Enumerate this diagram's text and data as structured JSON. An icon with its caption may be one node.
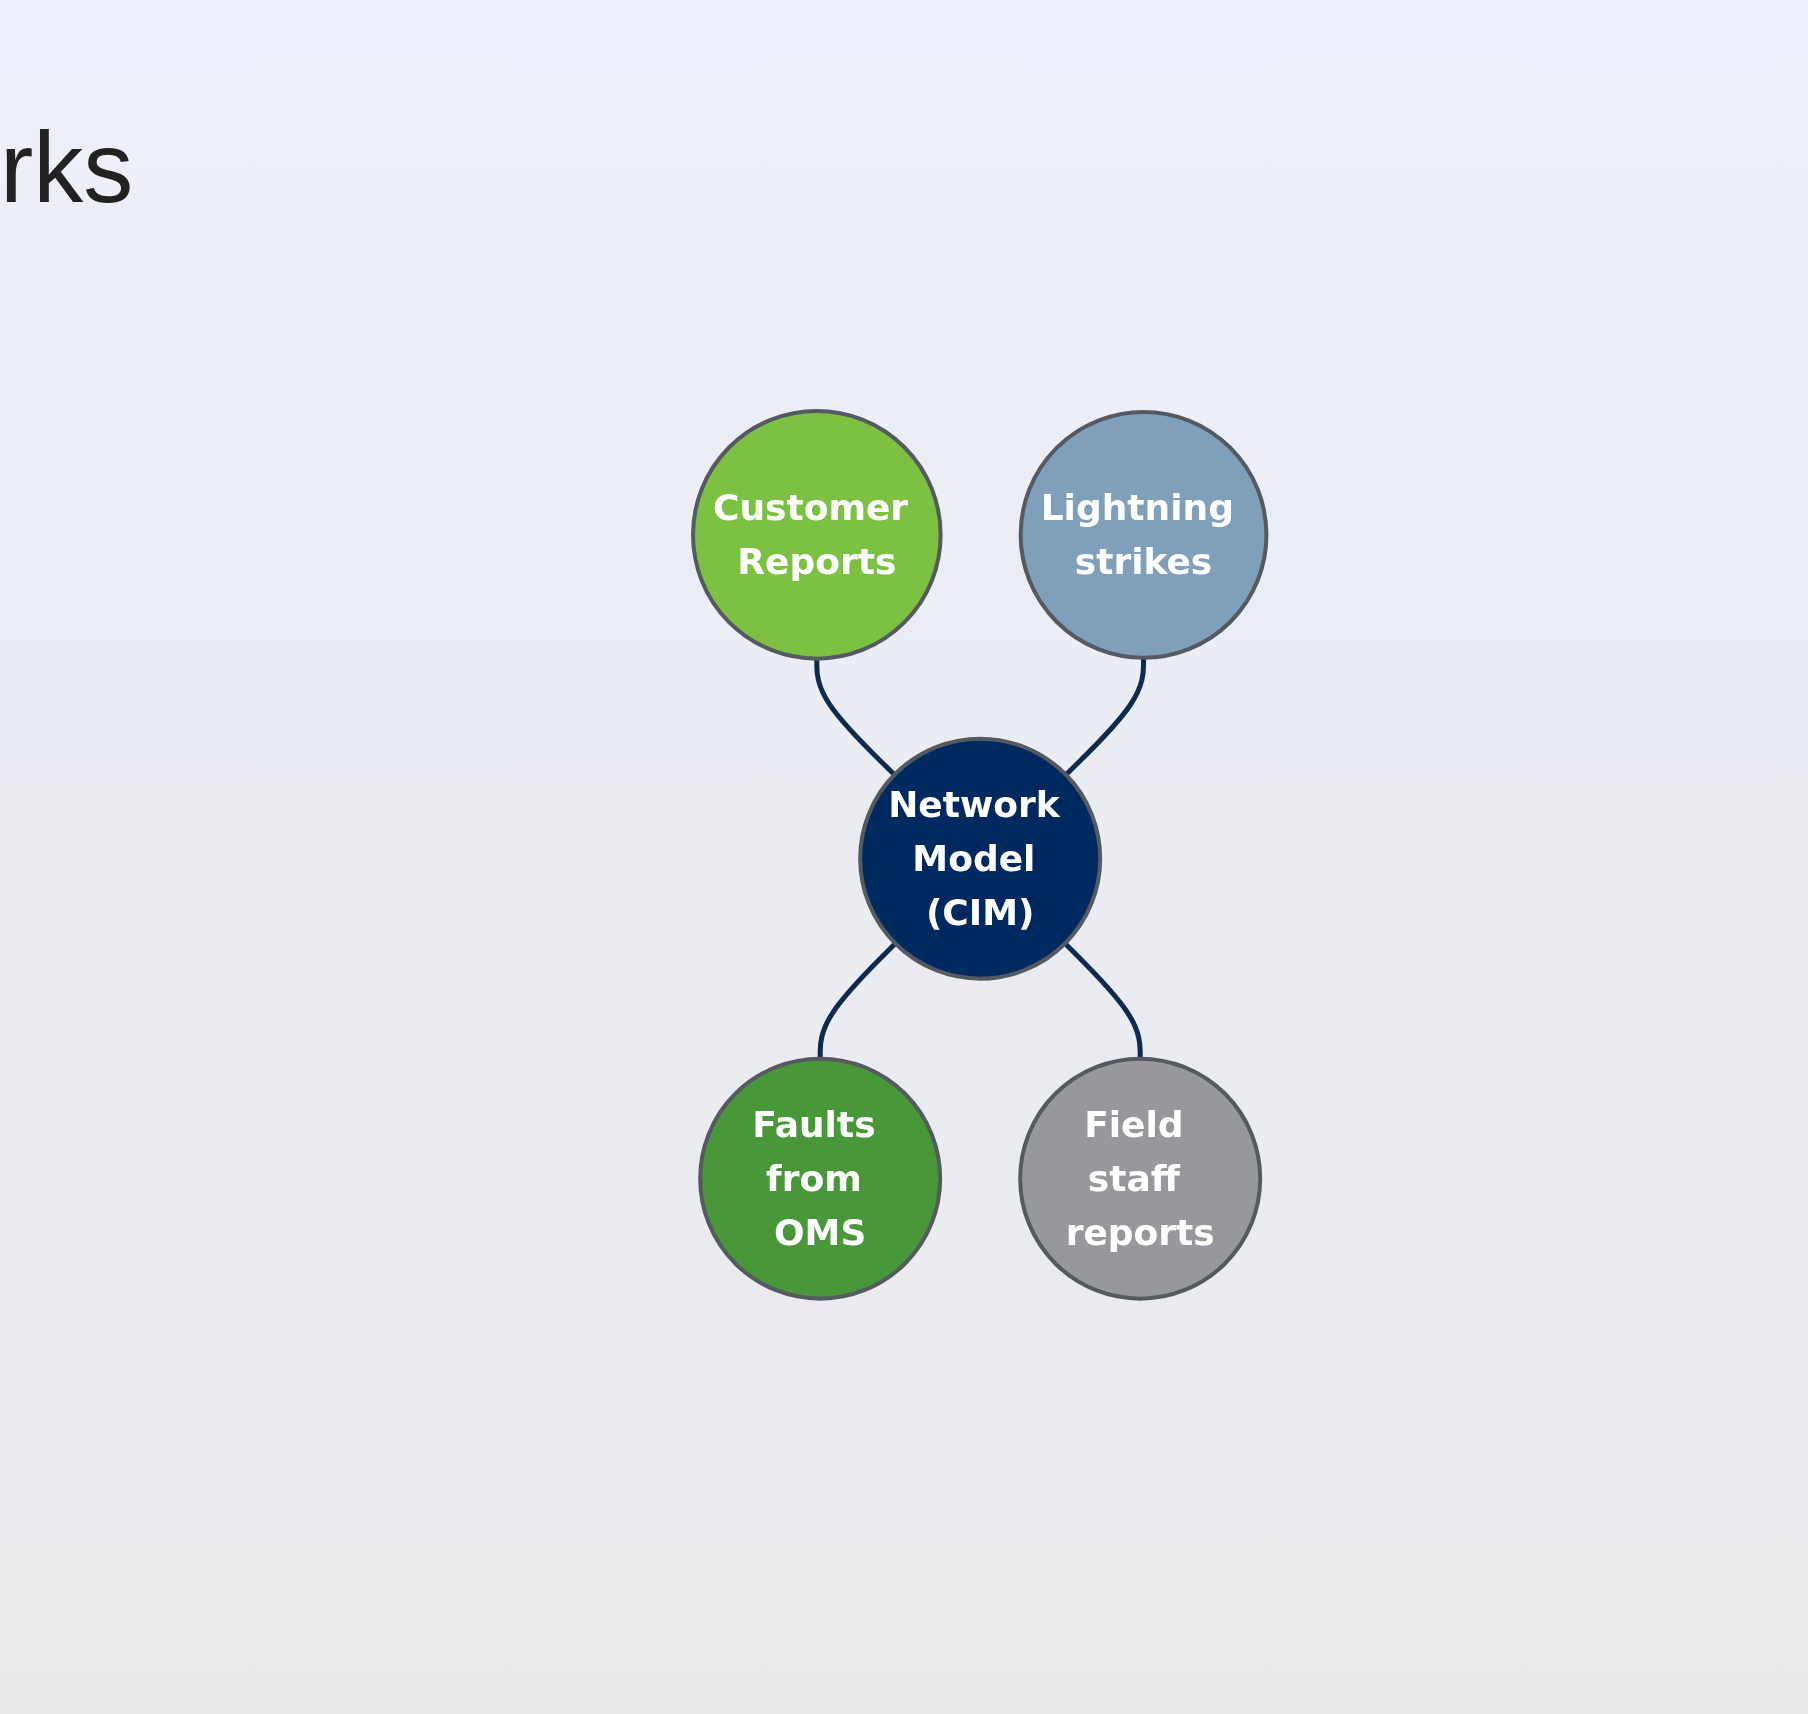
{
  "diagram": {
    "nodes": [
      {
        "text": [
          "Customer Reports"
        ]
      },
      {
        "text": [
          "Lightning strikes"
        ]
      },
      {
        "text": [
          "Network Model (CIM)"
        ]
      },
      {
        "text": [
          "Faults from OMS"
        ]
      },
      {
        "text": [
          "Field staff reports"
        ]
      }
    ],
    "edges": [
      {
        "from": 0,
        "to": 2,
        "arrow": "none"
      },
      {
        "from": 1,
        "to": 2,
        "arrow": "none"
      },
      {
        "from": 2,
        "to": 3,
        "arrow": "none"
      },
      {
        "from": 2,
        "to": 4,
        "arrow": "none"
      }
    ],
    "labels": [
      "rks"
    ]
  }
}
